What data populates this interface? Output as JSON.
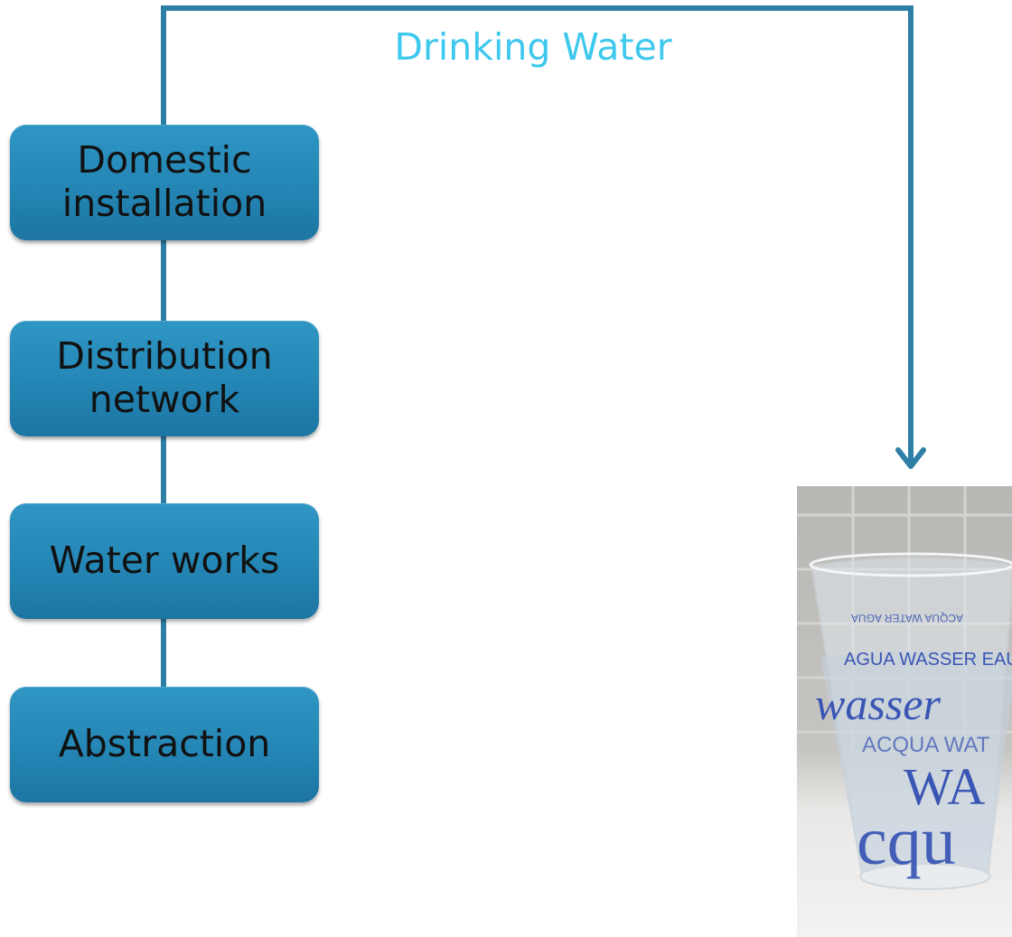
{
  "flow_label": "Drinking Water",
  "stages": [
    {
      "label": "Domestic\ninstallation"
    },
    {
      "label": "Distribution\nnetwork"
    },
    {
      "label": "Water works"
    },
    {
      "label": "Abstraction"
    }
  ],
  "colors": {
    "connector": "#2e7fa6",
    "box_fill": "#2486b5",
    "label_accent": "#3ec8ee"
  },
  "photo": {
    "subject": "glass-of-water",
    "glass_print": {
      "lines": [
        "ACQUA WATER AGUA",
        "AGUA WASSER EAU",
        "wasser",
        "ACQUA WAT",
        "WA",
        "cqu"
      ]
    }
  }
}
